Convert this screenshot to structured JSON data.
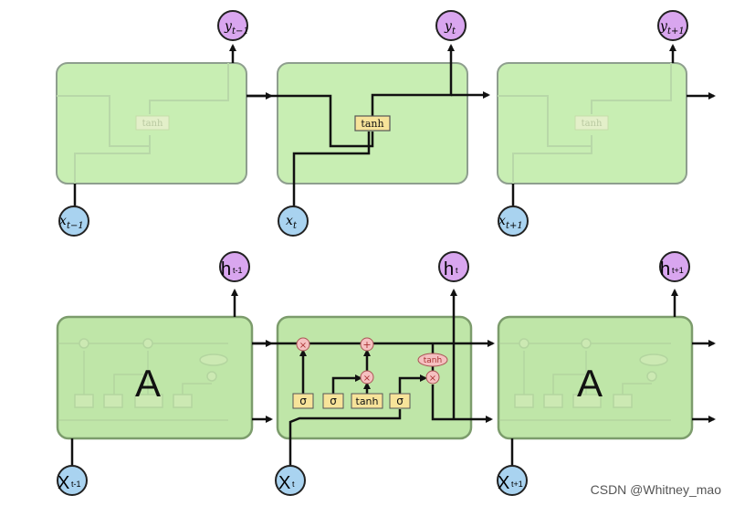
{
  "colors": {
    "cell_fill": "#c8eeb3",
    "cell_stroke": "#8aa88a",
    "output_node": "#d9a6ef",
    "input_node": "#a9d3f0",
    "layer_fill": "#f7e39a",
    "op_fill": "#f5c0c0"
  },
  "rnn": {
    "outputs": [
      {
        "base": "y",
        "sub": "t−1"
      },
      {
        "base": "y",
        "sub": "t"
      },
      {
        "base": "y",
        "sub": "t+1"
      }
    ],
    "inputs": [
      {
        "base": "x",
        "sub": "t−1"
      },
      {
        "base": "x",
        "sub": "t"
      },
      {
        "base": "x",
        "sub": "t+1"
      }
    ],
    "layer_label": "tanh"
  },
  "lstm": {
    "cell_name": "A",
    "outputs": [
      {
        "base": "h",
        "sub": "t-1"
      },
      {
        "base": "h",
        "sub": "t"
      },
      {
        "base": "h",
        "sub": "t+1"
      }
    ],
    "inputs": [
      {
        "base": "X",
        "sub": "t-1"
      },
      {
        "base": "X",
        "sub": "t"
      },
      {
        "base": "X",
        "sub": "t+1"
      }
    ],
    "gates": [
      "σ",
      "σ",
      "tanh",
      "σ"
    ],
    "ops": {
      "multiply": "×",
      "add": "+",
      "tanh": "tanh"
    }
  },
  "watermark": "CSDN @Whitney_mao"
}
